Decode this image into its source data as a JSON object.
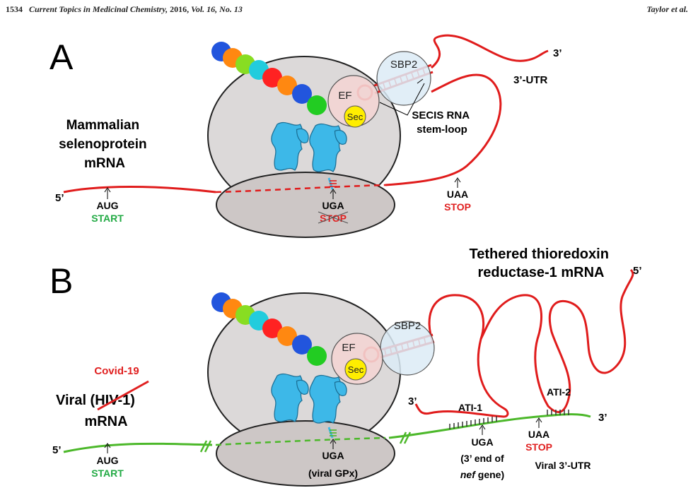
{
  "header": {
    "page_number": "1534",
    "journal": "Current Topics in Medicinal Chemistry,",
    "year": "2016,",
    "volume": "Vol. 16,",
    "issue": "No. 13",
    "authors": "Taylor et al."
  },
  "panel_a": {
    "letter": "A",
    "title_lines": [
      "Mammalian",
      "selenoprotein",
      "mRNA"
    ],
    "five_prime": "5’",
    "three_prime": "3’",
    "aug": "AUG",
    "start": "START",
    "uga": "UGA",
    "stop_struck": "STOP",
    "uaa": "UAA",
    "stop": "STOP",
    "utr": "3’-UTR",
    "sbp2": "SBP2",
    "ef": "EF",
    "sec": "Sec",
    "secis_lines": [
      "SECIS RNA",
      "stem-loop"
    ]
  },
  "panel_b": {
    "letter": "B",
    "tethered_lines": [
      "Tethered thioredoxin",
      "reductase-1 mRNA"
    ],
    "covid": "Covid-19",
    "viral_prefix": "Viral (",
    "hiv": "HIV-1",
    "viral_suffix": ")",
    "mrna": "mRNA",
    "five_prime_left": "5’",
    "five_prime_right": "5’",
    "three_prime_left": "3’",
    "three_prime_right": "3’",
    "aug": "AUG",
    "start": "START",
    "uga": "UGA",
    "viral_gpx": "(viral GPx)",
    "ati1": "ATI-1",
    "ati2": "ATI-2",
    "uga2": "UGA",
    "nef_line1": "(3’ end of",
    "nef_italic": "nef",
    "nef_rest": " gene)",
    "uaa": "UAA",
    "stop": "STOP",
    "viral_utr": "Viral 3’-UTR",
    "sbp2": "SBP2",
    "ef": "EF",
    "sec": "Sec"
  },
  "colors": {
    "mrna_red": "#e01c1c",
    "viral_green": "#4cb82a",
    "start_green": "#22aa44",
    "stop_red": "#e02020",
    "ribosome_gray": "#dcd9d9",
    "ribosome_dark": "#cdc7c6",
    "sbp2_fill": "#dcebf6",
    "ef_fill": "#f3d4d3",
    "sec_yellow": "#ffee00",
    "trna_cyan": "#3db8e8",
    "chain_beads": [
      "#2255dd",
      "#ff8811",
      "#88dd22",
      "#22ccdd",
      "#ff2222",
      "#ff8811",
      "#2255dd",
      "#22cc22"
    ]
  }
}
